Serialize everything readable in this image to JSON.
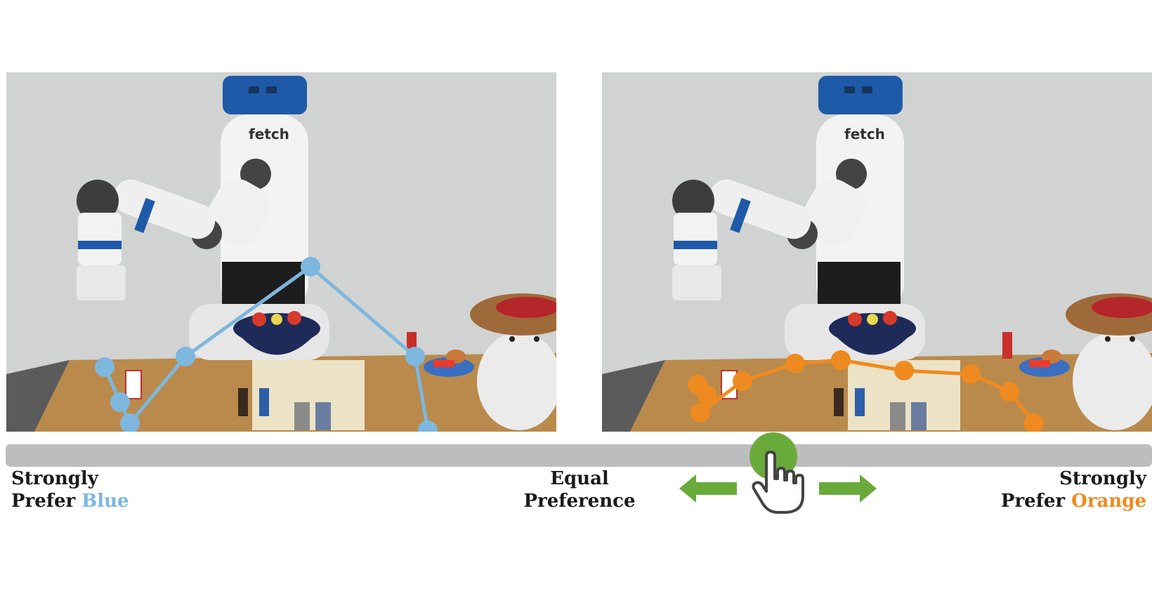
{
  "robot_brand": "fetch",
  "labels": {
    "left_line1": "Strongly",
    "left_line2_prefix": "Prefer ",
    "left_line2_color_word": "Blue",
    "center_line1": "Equal",
    "center_line2": "Preference",
    "right_line1": "Strongly",
    "right_line2_prefix": "Prefer ",
    "right_line2_color_word": "Orange"
  },
  "colors": {
    "blue_trajectory": "#7db7de",
    "orange_trajectory": "#ee8a1f",
    "slider_accent": "#6aaa3a",
    "slider_track": "#bdbdbd"
  },
  "slider": {
    "value_fraction": 0.67
  },
  "icons": {
    "thumb": "pointing-hand-icon",
    "left_arrow": "arrow-left-icon",
    "right_arrow": "arrow-right-icon"
  }
}
